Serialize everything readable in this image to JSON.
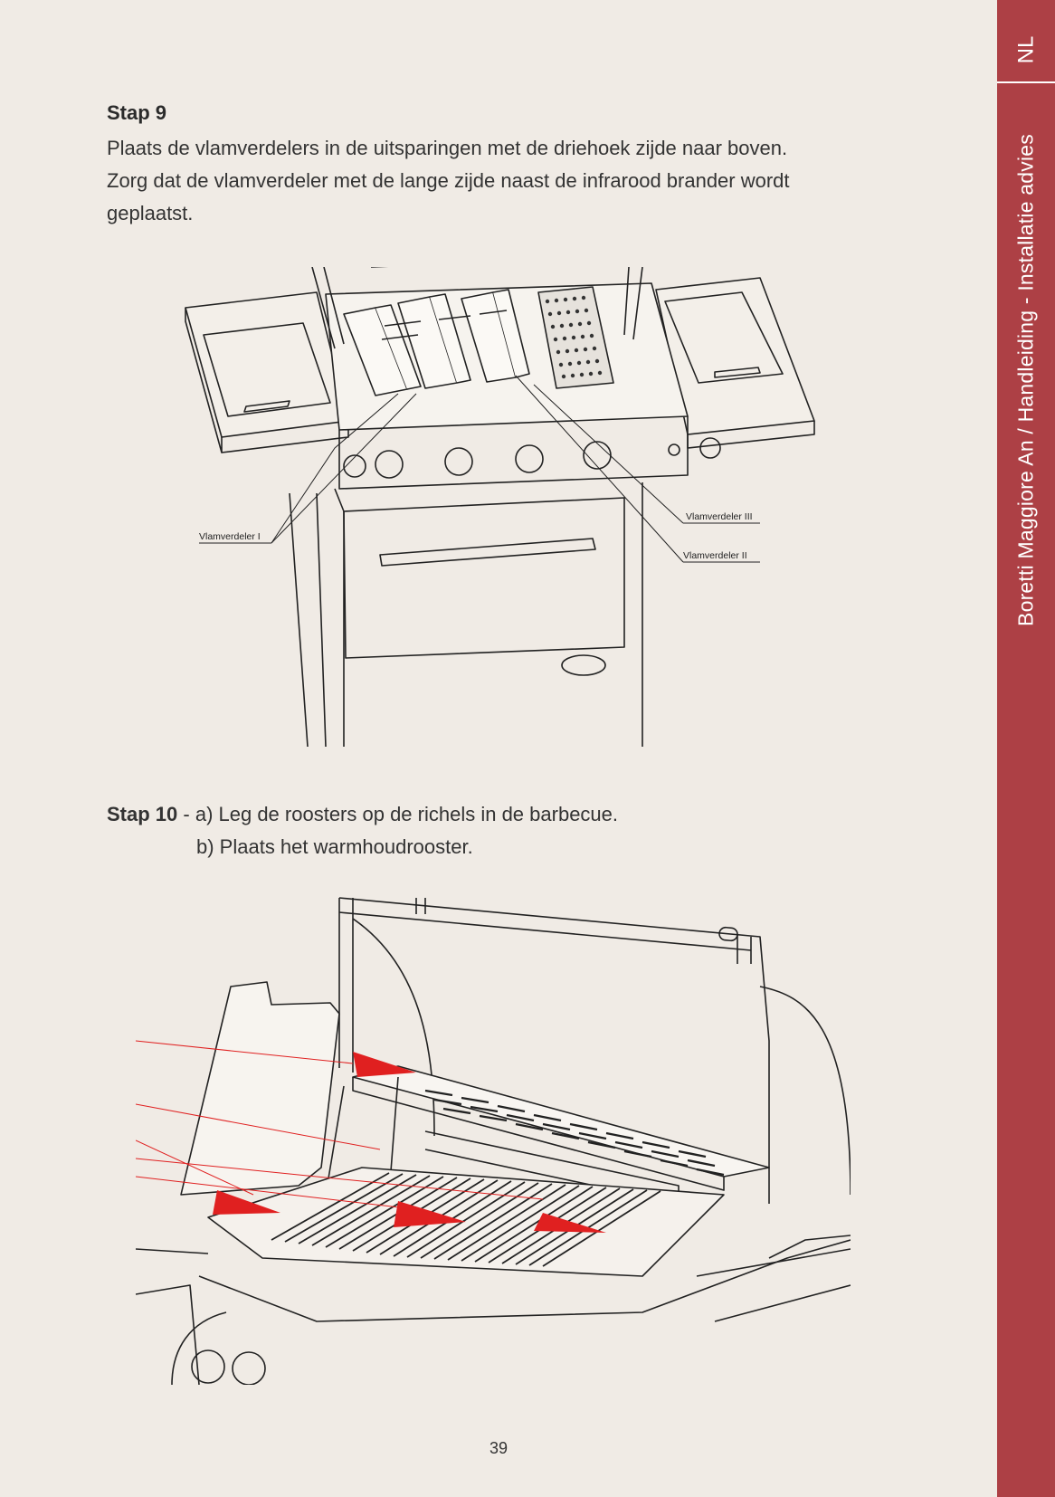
{
  "sidebar": {
    "lang": "NL",
    "title": "Boretti Maggiore An / Handleiding - Installatie advies",
    "color": "#ad4045"
  },
  "step9": {
    "heading": "Stap 9",
    "lines": [
      "Plaats de vlamverdelers in de uitsparingen met de driehoek zijde naar boven.",
      "Zorg dat de vlamverdeler met de lange zijde naast de infrarood brander wordt",
      "geplaatst."
    ],
    "figure": {
      "labels": {
        "left": "Vlamverdeler I",
        "upper_right": "Vlamverdeler III",
        "lower_right": "Vlamverdeler II"
      }
    }
  },
  "step10": {
    "heading": "Stap 10",
    "separator": " - ",
    "line_a": "a) Leg de roosters op de richels in de barbecue.",
    "line_b": "b) Plaats het warmhoudrooster.",
    "arrow_color": "#e02020"
  },
  "page_number": "39"
}
